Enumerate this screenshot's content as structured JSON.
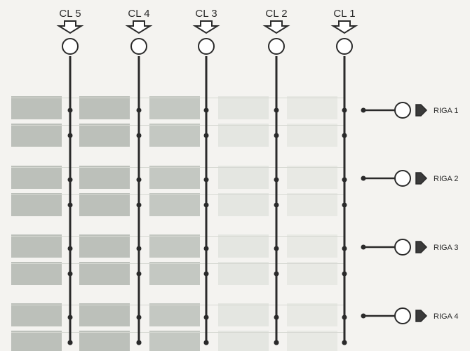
{
  "columns": [
    {
      "label": "CL 5"
    },
    {
      "label": "CL 4"
    },
    {
      "label": "CL 3"
    },
    {
      "label": "CL 2"
    },
    {
      "label": "CL 1"
    }
  ],
  "rows": [
    {
      "label": "RIGA 1"
    },
    {
      "label": "RIGA 2"
    },
    {
      "label": "RIGA 3"
    },
    {
      "label": "RIGA 4"
    }
  ],
  "colors": {
    "background": "#f4f3f0",
    "line": "#2a2a2a",
    "cell_dark": "#b8bdb6",
    "cell_light": "#dcdfd8",
    "node": "#ffffff",
    "arrow_fill": "#3a3a3a"
  }
}
